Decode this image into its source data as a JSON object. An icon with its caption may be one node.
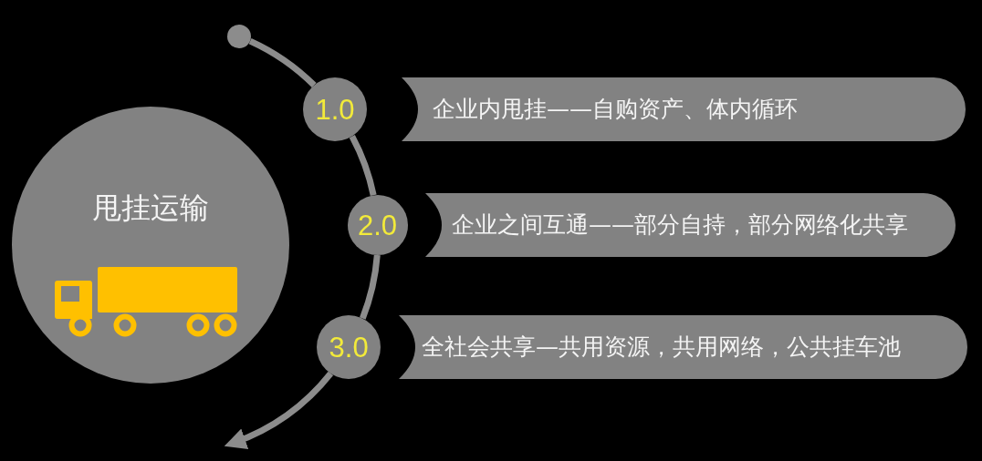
{
  "diagram": {
    "nodes": [
      {
        "text": [
          "甩挂运输"
        ]
      },
      {
        "text": [],
        "shape": "circle"
      },
      {
        "text": [
          "1.0"
        ]
      },
      {
        "text": [
          "企业内甩挂——自购资产、体内循环"
        ]
      },
      {
        "text": [
          "2.0"
        ]
      },
      {
        "text": [
          "企业之间互通——部分自持，部分网络化共享"
        ]
      },
      {
        "text": [
          "3.0"
        ]
      },
      {
        "text": [
          "全社会共享—共用资源，共用网络，公共挂车池"
        ]
      }
    ],
    "edges": [
      {
        "from": 1,
        "to": 2,
        "arrow": "none"
      },
      {
        "from": 2,
        "to": 4,
        "arrow": "none"
      },
      {
        "from": 4,
        "to": 6,
        "arrow": "none"
      },
      {
        "from": 6,
        "to": null,
        "arrow": "to"
      }
    ]
  }
}
